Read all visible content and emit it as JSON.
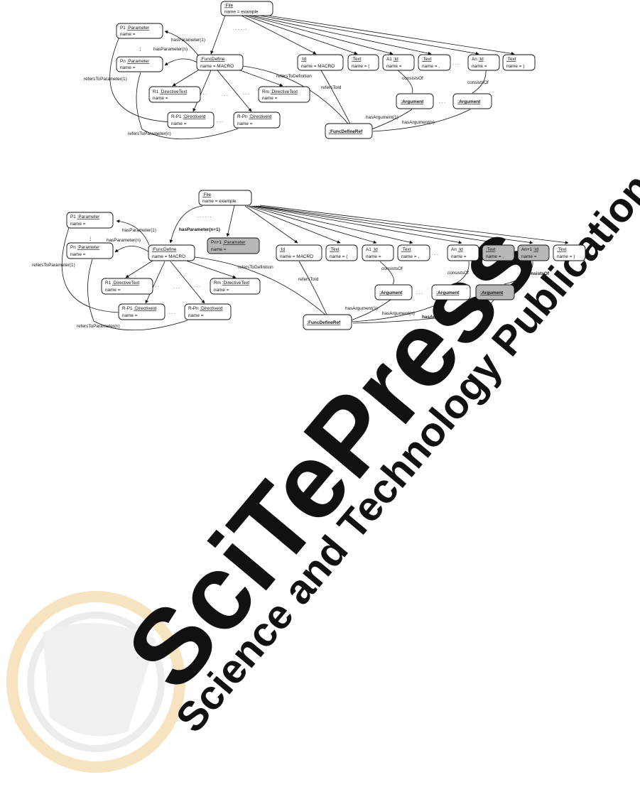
{
  "colors": {
    "line": "#111111",
    "highlight": "#b8b8b8",
    "watermark": "#e3e3e3",
    "watermark_accent": "#f3d9a8"
  },
  "watermark": {
    "logo_text": "SciTePress",
    "tagline": "Science and Technology Publications"
  },
  "figure_top": {
    "nodes": {
      "file": {
        "prefix": "",
        "type": ":File",
        "value": "name = example"
      },
      "p1": {
        "prefix": "P1 ",
        "type": ":Parameter",
        "value": "name ="
      },
      "pn": {
        "prefix": "Pn ",
        "type": ":Parameter",
        "value": "name ="
      },
      "funcdefine": {
        "prefix": "",
        "type": ":FuncDefine",
        "value": "name = MACRO"
      },
      "r1": {
        "prefix": "R1 ",
        "type": ":DirectiveText",
        "value": "name ="
      },
      "rm": {
        "prefix": "Rm ",
        "type": ":DirectiveText",
        "value": "name ="
      },
      "rp1": {
        "prefix": "R-P1 ",
        "type": ":DirectiveId",
        "value": "name ="
      },
      "rpn": {
        "prefix": "R-Pn ",
        "type": ":DirectiveId",
        "value": "name ="
      },
      "id": {
        "prefix": "",
        "type": ":Id",
        "value": "name = MACRO"
      },
      "text_open": {
        "prefix": "",
        "type": ":Text",
        "value": "name = ("
      },
      "a1": {
        "prefix": "A1 ",
        "type": ":Id",
        "value": "name ="
      },
      "text_comma": {
        "prefix": "",
        "type": ":Text",
        "value": "name = ,"
      },
      "an": {
        "prefix": "An ",
        "type": ":Id",
        "value": "name ="
      },
      "text_close": {
        "prefix": "",
        "type": ":Text",
        "value": "name = )"
      },
      "arg1": {
        "prefix": "",
        "type": ":Argument",
        "value": ""
      },
      "argn": {
        "prefix": "",
        "type": ":Argument",
        "value": ""
      },
      "funcdefineref": {
        "prefix": "",
        "type": ":FuncDefineRef",
        "value": ""
      }
    },
    "edge_labels": {
      "has_param_1": "hasParameter(1)",
      "has_param_n": "hasParameter(n)",
      "refers_param_1": "refersToParameter(1)",
      "refers_param_n": "refersToParameter(n)",
      "refers_def": "refersToDefinition",
      "refers_id": "refersToId",
      "consists_1": "consistsOf",
      "consists_n": "consistsOf",
      "has_arg_1": "hasArgument(1)",
      "has_arg_n": "hasArgument(n)"
    },
    "dots": {
      "horizontal": ". . . . . .",
      "short": ". . .",
      "vertical": "⋮"
    }
  },
  "figure_bottom": {
    "nodes": {
      "file": {
        "prefix": "",
        "type": ":File",
        "value": "name = example"
      },
      "p1": {
        "prefix": "P1 ",
        "type": ":Parameter",
        "value": "name ="
      },
      "pn": {
        "prefix": "Pn ",
        "type": ":Parameter",
        "value": "name ="
      },
      "pn1": {
        "prefix": "Pn+1 ",
        "type": ":Parameter",
        "value": "name ="
      },
      "funcdefine": {
        "prefix": "",
        "type": ":FuncDefine",
        "value": "name = MACRO"
      },
      "r1": {
        "prefix": "R1 ",
        "type": ":DirectiveText",
        "value": "name ="
      },
      "rm": {
        "prefix": "Rm ",
        "type": ":DirectiveText",
        "value": "name ="
      },
      "rp1": {
        "prefix": "R-P1 ",
        "type": ":DirectiveId",
        "value": "name ="
      },
      "rpn": {
        "prefix": "R-Pn ",
        "type": ":DirectiveId",
        "value": "name ="
      },
      "id": {
        "prefix": "",
        "type": ":Id",
        "value": "name = MACRO"
      },
      "text_open": {
        "prefix": "",
        "type": ":Text",
        "value": "name = ("
      },
      "a1": {
        "prefix": "A1 ",
        "type": ":Id",
        "value": "name ="
      },
      "text_comma": {
        "prefix": "",
        "type": ":Text",
        "value": "name = ,"
      },
      "an": {
        "prefix": "An ",
        "type": ":Id",
        "value": "name ="
      },
      "text_comma2": {
        "prefix": "",
        "type": ":Text",
        "value": "name = ,"
      },
      "an1": {
        "prefix": "An+1 ",
        "type": ":Id",
        "value": "name ="
      },
      "text_close": {
        "prefix": "",
        "type": ":Text",
        "value": "name = )"
      },
      "arg1": {
        "prefix": "",
        "type": ":Argument",
        "value": ""
      },
      "argn": {
        "prefix": "",
        "type": ":Argument",
        "value": ""
      },
      "argn1": {
        "prefix": "",
        "type": ":Argument",
        "value": ""
      },
      "funcdefineref": {
        "prefix": "",
        "type": ":FuncDefineRef",
        "value": ""
      }
    },
    "edge_labels": {
      "has_param_1": "hasParameter(1)",
      "has_param_n": "hasParameter(n)",
      "has_param_n1": "hasParameter(n+1)",
      "refers_param_1": "refersToParameter(1)",
      "refers_param_n": "refersToParameter(n)",
      "refers_def": "refersToDefinition",
      "refers_id": "refersToId",
      "consists_1": "consistsOf",
      "consists_n": "consistsOf",
      "consists_n1": "consistsOf",
      "has_arg_1": "hasArgument(1)",
      "has_arg_n": "hasArgument(n)",
      "has_arg_n1": "hasArgument(n+1)"
    },
    "dots": {
      "horizontal": ". . . . . .",
      "short": ". . .",
      "vertical": "⋮"
    }
  }
}
